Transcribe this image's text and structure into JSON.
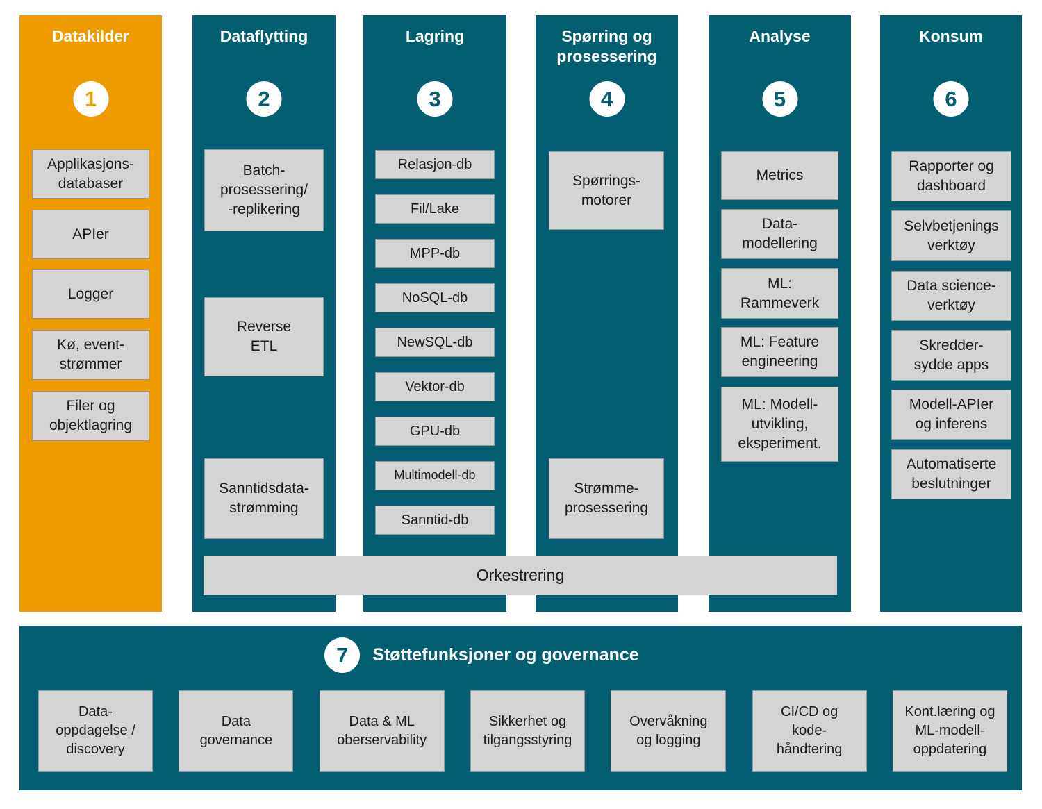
{
  "palette": {
    "orange": "#EE9B00",
    "teal": "#045E72",
    "box_fill": "#D4D4D4",
    "box_border": "#979797",
    "box_text": "#1C1C1C",
    "title_text": "#FFFFFF"
  },
  "columns": [
    {
      "number": "1",
      "title": "Datakilder",
      "items": [
        "Applikasjons-\ndatabaser",
        "APIer",
        "Logger",
        "Kø, event-\nstrømmer",
        "Filer og\nobjektlagring"
      ]
    },
    {
      "number": "2",
      "title": "Dataflytting",
      "items": [
        "Batch-\nprosessering/\n-replikering",
        "Reverse\nETL",
        "Sanntidsdata-\nstrømming"
      ]
    },
    {
      "number": "3",
      "title": "Lagring",
      "items": [
        "Relasjon-db",
        "Fil/Lake",
        "MPP-db",
        "NoSQL-db",
        "NewSQL-db",
        "Vektor-db",
        "GPU-db",
        "Multimodell-db",
        "Sanntid-db"
      ]
    },
    {
      "number": "4",
      "title": "Spørring og\nprosessering",
      "items": [
        "Spørrings-\nmotorer",
        "Strømme-\nprosessering"
      ]
    },
    {
      "number": "5",
      "title": "Analyse",
      "items": [
        "Metrics",
        "Data-\nmodellering",
        "ML:\nRammeverk",
        "ML: Feature\nengineering",
        "ML: Modell-\nutvikling,\neksperiment."
      ]
    },
    {
      "number": "6",
      "title": "Konsum",
      "items": [
        "Rapporter og\ndashboard",
        "Selvbetjenings\nverktøy",
        "Data science-\nverktøy",
        "Skredder-\nsydde apps",
        "Modell-APIer\nog inferens",
        "Automatiserte\nbeslutninger"
      ]
    }
  ],
  "orchestration_label": "Orkestrering",
  "support": {
    "number": "7",
    "title": "Støttefunksjoner og governance",
    "items": [
      "Data-\noppdagelse /\ndiscovery",
      "Data\ngovernance",
      "Data & ML\noberservability",
      "Sikkerhet og\ntilgangsstyring",
      "Overvåkning\nog logging",
      "CI/CD og\nkode-\nhåndtering",
      "Kont.læring og\nML-modell-\noppdatering"
    ]
  }
}
